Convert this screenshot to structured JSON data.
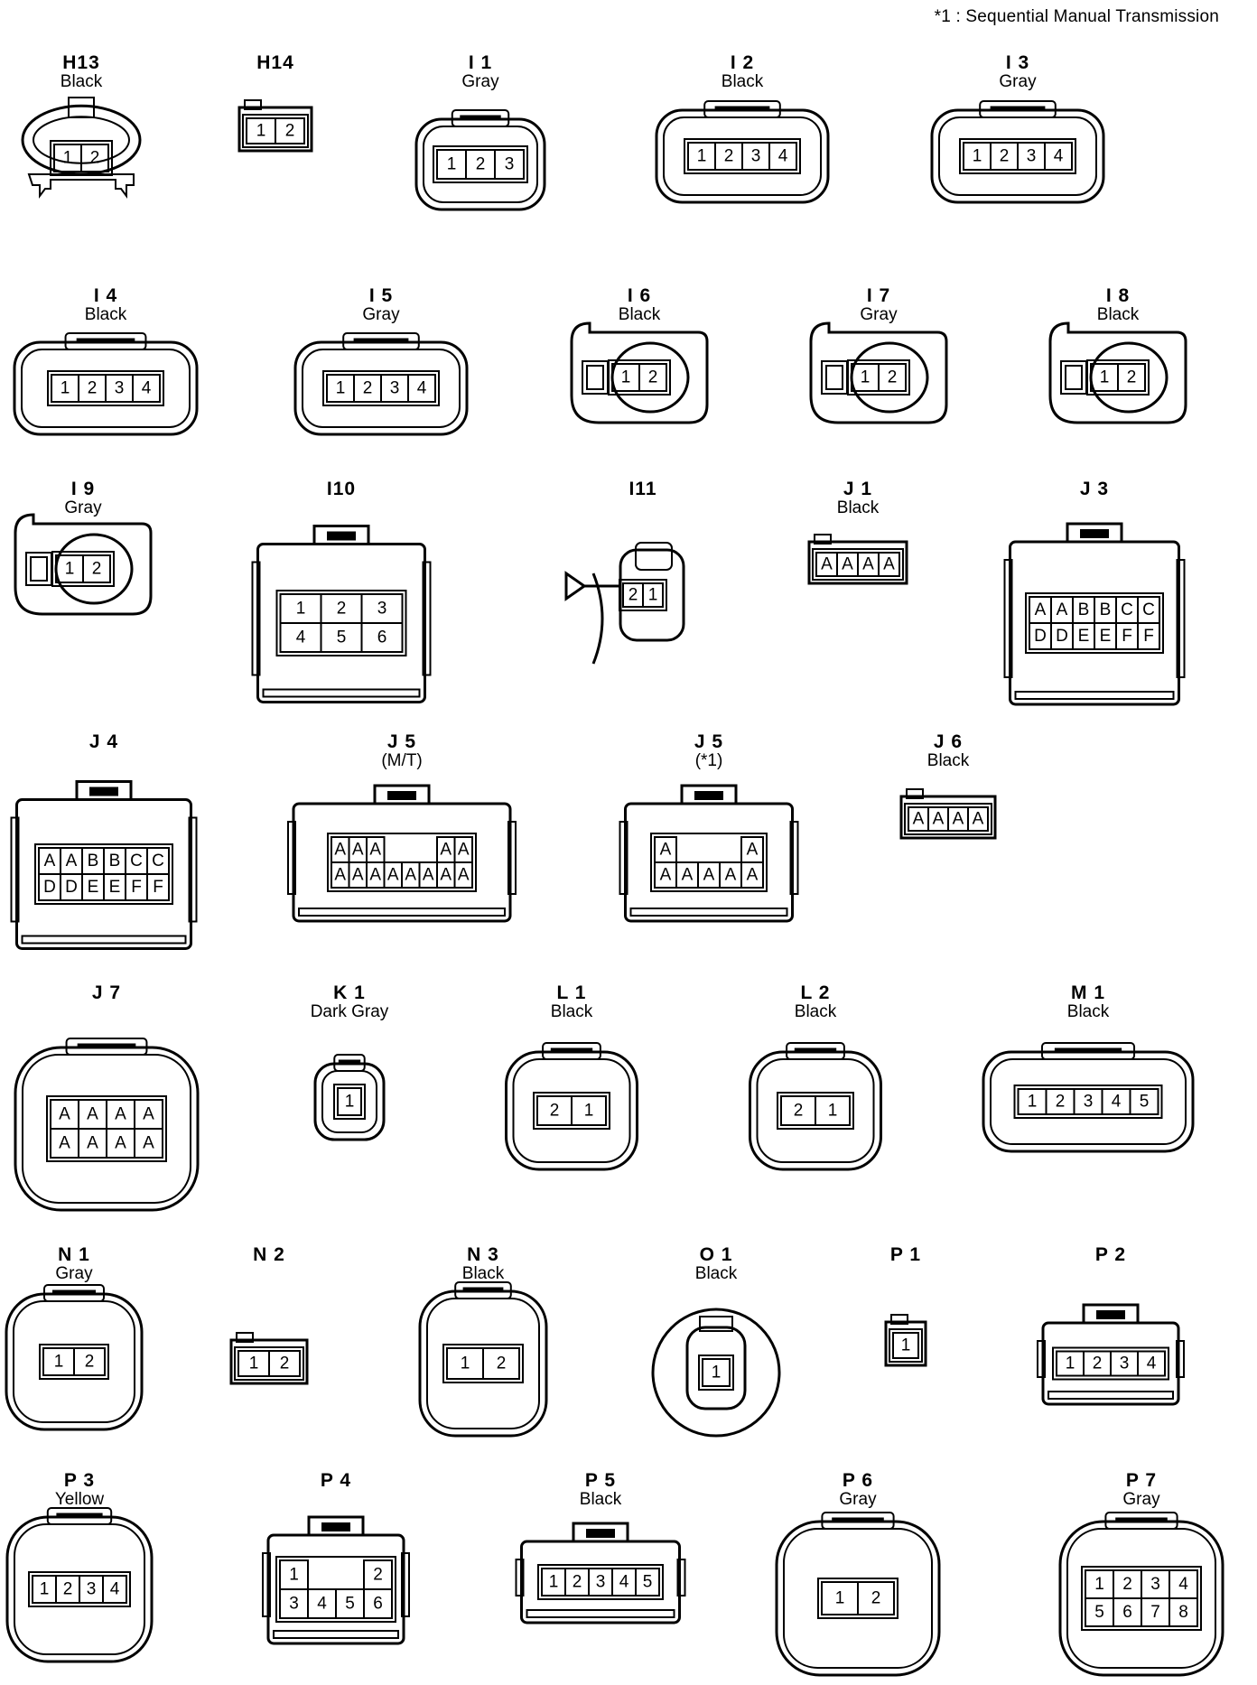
{
  "note": "*1 : Sequential Manual Transmission",
  "connectors": [
    {
      "code": "H13",
      "color": "Black",
      "pins": [
        [
          "1",
          "2"
        ]
      ]
    },
    {
      "code": "H14",
      "color": "",
      "pins": [
        [
          "1",
          "2"
        ]
      ]
    },
    {
      "code": "I 1",
      "color": "Gray",
      "pins": [
        [
          "1",
          "2",
          "3"
        ]
      ]
    },
    {
      "code": "I 2",
      "color": "Black",
      "pins": [
        [
          "1",
          "2",
          "3",
          "4"
        ]
      ]
    },
    {
      "code": "I 3",
      "color": "Gray",
      "pins": [
        [
          "1",
          "2",
          "3",
          "4"
        ]
      ]
    },
    {
      "code": "I 4",
      "color": "Black",
      "pins": [
        [
          "1",
          "2",
          "3",
          "4"
        ]
      ]
    },
    {
      "code": "I 5",
      "color": "Gray",
      "pins": [
        [
          "1",
          "2",
          "3",
          "4"
        ]
      ]
    },
    {
      "code": "I 6",
      "color": "Black",
      "pins": [
        [
          "1",
          "2"
        ]
      ]
    },
    {
      "code": "I 7",
      "color": "Gray",
      "pins": [
        [
          "1",
          "2"
        ]
      ]
    },
    {
      "code": "I 8",
      "color": "Black",
      "pins": [
        [
          "1",
          "2"
        ]
      ]
    },
    {
      "code": "I 9",
      "color": "Gray",
      "pins": [
        [
          "1",
          "2"
        ]
      ]
    },
    {
      "code": "I10",
      "color": "",
      "pins": [
        [
          "1",
          "2",
          "3"
        ],
        [
          "4",
          "5",
          "6"
        ]
      ]
    },
    {
      "code": "I11",
      "color": "",
      "pins": [
        [
          "2",
          "1"
        ]
      ]
    },
    {
      "code": "J 1",
      "color": "Black",
      "pins": [
        [
          "A",
          "A",
          "A",
          "A"
        ]
      ]
    },
    {
      "code": "J 3",
      "color": "",
      "pins": [
        [
          "A",
          "A",
          "B",
          "B",
          "C",
          "C"
        ],
        [
          "D",
          "D",
          "E",
          "E",
          "F",
          "F"
        ]
      ]
    },
    {
      "code": "J 4",
      "color": "",
      "pins": [
        [
          "A",
          "A",
          "B",
          "B",
          "C",
          "C"
        ],
        [
          "D",
          "D",
          "E",
          "E",
          "F",
          "F"
        ]
      ]
    },
    {
      "code": "J 5",
      "color": "(M/T)",
      "pins": [
        [
          "A",
          "A",
          "A",
          "",
          "",
          "",
          "A",
          "A"
        ],
        [
          "A",
          "A",
          "A",
          "A",
          "A",
          "A",
          "A",
          "A"
        ]
      ]
    },
    {
      "code": "J 5",
      "color": "(*1)",
      "pins": [
        [
          "A",
          "",
          "",
          "",
          "A"
        ],
        [
          "A",
          "A",
          "A",
          "A",
          "A"
        ]
      ]
    },
    {
      "code": "J 6",
      "color": "Black",
      "pins": [
        [
          "A",
          "A",
          "A",
          "A"
        ]
      ]
    },
    {
      "code": "J 7",
      "color": "",
      "pins": [
        [
          "A",
          "A",
          "A",
          "A"
        ],
        [
          "A",
          "A",
          "A",
          "A"
        ]
      ]
    },
    {
      "code": "K 1",
      "color": "Dark Gray",
      "pins": [
        [
          "1"
        ]
      ]
    },
    {
      "code": "L 1",
      "color": "Black",
      "pins": [
        [
          "2",
          "1"
        ]
      ]
    },
    {
      "code": "L 2",
      "color": "Black",
      "pins": [
        [
          "2",
          "1"
        ]
      ]
    },
    {
      "code": "M 1",
      "color": "Black",
      "pins": [
        [
          "1",
          "2",
          "3",
          "4",
          "5"
        ]
      ]
    },
    {
      "code": "N 1",
      "color": "Gray",
      "pins": [
        [
          "1",
          "2"
        ]
      ]
    },
    {
      "code": "N 2",
      "color": "",
      "pins": [
        [
          "1",
          "2"
        ]
      ]
    },
    {
      "code": "N 3",
      "color": "Black",
      "pins": [
        [
          "1",
          "2"
        ]
      ]
    },
    {
      "code": "O 1",
      "color": "Black",
      "pins": [
        [
          "1"
        ]
      ]
    },
    {
      "code": "P 1",
      "color": "",
      "pins": [
        [
          "1"
        ]
      ]
    },
    {
      "code": "P 2",
      "color": "",
      "pins": [
        [
          "1",
          "2",
          "3",
          "4"
        ]
      ]
    },
    {
      "code": "P 3",
      "color": "Yellow",
      "pins": [
        [
          "1",
          "2",
          "3",
          "4"
        ]
      ]
    },
    {
      "code": "P 4",
      "color": "",
      "pins": [
        [
          "1",
          "",
          "",
          "2"
        ],
        [
          "3",
          "4",
          "5",
          "6"
        ]
      ]
    },
    {
      "code": "P 5",
      "color": "Black",
      "pins": [
        [
          "1",
          "2",
          "3",
          "4",
          "5"
        ]
      ]
    },
    {
      "code": "P 6",
      "color": "Gray",
      "pins": [
        [
          "1",
          "2"
        ]
      ]
    },
    {
      "code": "P 7",
      "color": "Gray",
      "pins": [
        [
          "1",
          "2",
          "3",
          "4"
        ],
        [
          "5",
          "6",
          "7",
          "8"
        ]
      ]
    }
  ]
}
